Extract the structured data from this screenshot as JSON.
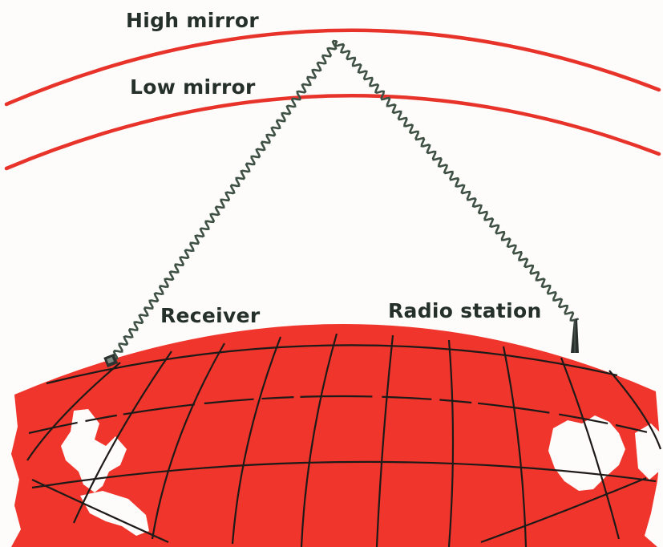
{
  "labels": {
    "high_mirror": "High mirror",
    "low_mirror": "Low mirror",
    "receiver": "Receiver",
    "radio_station": "Radio station"
  },
  "colors": {
    "mirror": "#e8332b",
    "earth": "#f0352c",
    "grid": "#1e1a18",
    "wave": "#3f5044",
    "background": "#fdfcfa"
  },
  "icons": {
    "receiver": "receiver-box-icon",
    "transmitter": "antenna-mast-icon"
  }
}
